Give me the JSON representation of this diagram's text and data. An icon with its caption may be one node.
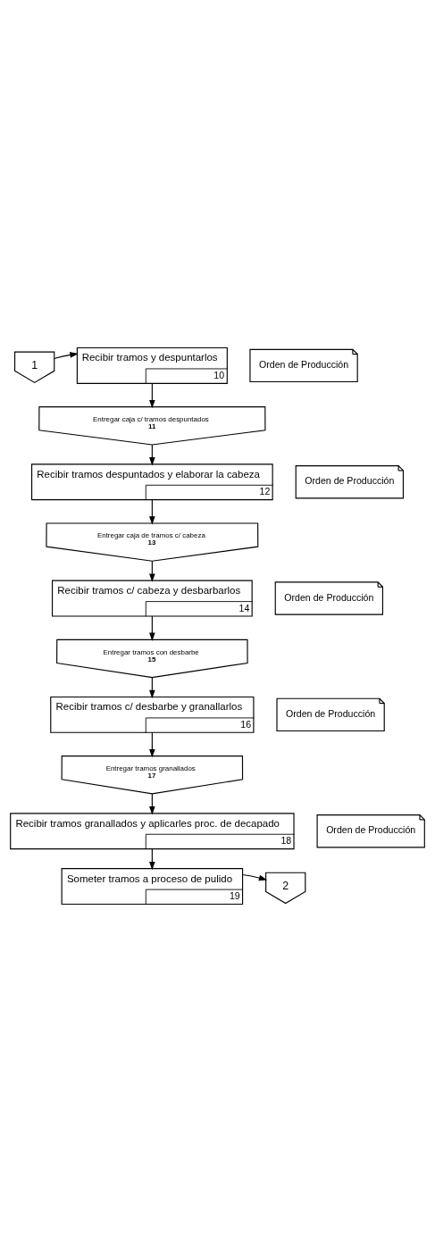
{
  "diagram": {
    "nodes": [
      {
        "text": [
          "1"
        ]
      },
      {
        "text": [
          "Recibir tramos y despuntarlos",
          "10"
        ]
      },
      {
        "text": [
          "Orden de Producción"
        ]
      },
      {
        "text": [
          "Entregar caja c/ tramos despuntados",
          "11"
        ]
      },
      {
        "text": [
          "Recibir tramos despuntados y elaborar la cabeza",
          "12"
        ]
      },
      {
        "text": [
          "Orden de Producción"
        ]
      },
      {
        "text": [
          "Entregar caja de tramos c/ cabeza",
          "13"
        ]
      },
      {
        "text": [
          "Recibir tramos c/ cabeza y desbarbarlos",
          "14"
        ]
      },
      {
        "text": [
          "Orden de Producción"
        ]
      },
      {
        "text": [
          "Entregar tramos con desbarbe",
          "15"
        ]
      },
      {
        "text": [
          "Recibir tramos c/ desbarbe y granallarlos",
          "16"
        ]
      },
      {
        "text": [
          "Orden de Producción"
        ]
      },
      {
        "text": [
          "Entregar tramos granallados",
          "17"
        ]
      },
      {
        "text": [
          "Recibir tramos granallados y aplicarles proc. de decapado",
          "18"
        ]
      },
      {
        "text": [
          "Orden de Producción"
        ]
      },
      {
        "text": [
          "Someter tramos a proceso de pulido",
          "19"
        ]
      },
      {
        "text": [
          "2"
        ]
      }
    ],
    "edges": [
      {
        "from": 0,
        "to": 1,
        "arrow": "to"
      },
      {
        "from": 1,
        "to": 3,
        "arrow": "to"
      },
      {
        "from": 3,
        "to": 4,
        "arrow": "to"
      },
      {
        "from": 4,
        "to": 6,
        "arrow": "to"
      },
      {
        "from": 6,
        "to": 7,
        "arrow": "to"
      },
      {
        "from": 7,
        "to": 9,
        "arrow": "to"
      },
      {
        "from": 9,
        "to": 10,
        "arrow": "to"
      },
      {
        "from": 10,
        "to": 12,
        "arrow": "to"
      },
      {
        "from": 12,
        "to": 13,
        "arrow": "to"
      },
      {
        "from": 13,
        "to": 15,
        "arrow": "to"
      },
      {
        "from": 15,
        "to": 16,
        "arrow": "to"
      }
    ]
  }
}
